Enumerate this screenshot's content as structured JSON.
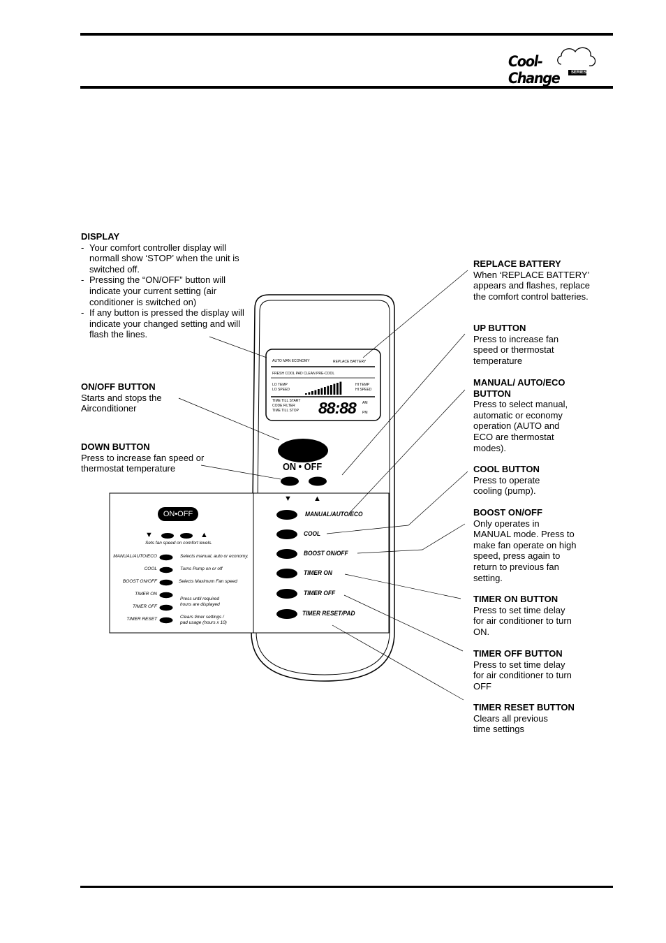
{
  "logo": {
    "name": "Cool-Change",
    "tag": "SERIES"
  },
  "callouts": {
    "display": {
      "heading": "DISPLAY",
      "items": [
        "Your comfort controller display will normall show ‘STOP’ when the unit is switched off.",
        "Pressing the “ON/OFF” button will indicate your current setting (air conditioner is switched on)",
        "If any button is pressed the display will indicate your changed setting and will flash the lines."
      ]
    },
    "onoff": {
      "heading": "ON/OFF BUTTON",
      "body": "Starts and stops the Airconditioner"
    },
    "down": {
      "heading": "DOWN BUTTON",
      "body": "Press to increase fan speed or thermostat temperature"
    },
    "replace_battery": {
      "heading": "REPLACE BATTERY",
      "body": "When ‘REPLACE BATTERY’ appears and flashes, replace the comfort control batteries."
    },
    "up": {
      "heading": "UP BUTTON",
      "body": "Press to increase fan speed or thermostat temperature"
    },
    "mode": {
      "heading": "MANUAL/ AUTO/ECO BUTTON",
      "body": "Press to select manual, automatic or economy operation (AUTO and ECO are thermostat modes)."
    },
    "cool": {
      "heading": "COOL BUTTON",
      "body": "Press to operate cooling (pump)."
    },
    "boost": {
      "heading": "BOOST ON/OFF",
      "body": "Only operates in MANUAL mode. Press to make fan operate on high speed, press again to return to previous fan setting."
    },
    "timer_on": {
      "heading": "TIMER ON BUTTON",
      "body": "Press to set time delay for air conditioner to turn ON."
    },
    "timer_off": {
      "heading": "TIMER OFF BUTTON",
      "body": "Press to set time delay for air conditioner to turn OFF"
    },
    "timer_reset": {
      "heading": "TIMER RESET BUTTON",
      "body": "Clears all previous time settings"
    }
  },
  "remote": {
    "lcd": {
      "row1_left": "AUTO  MAN  ECONOMY",
      "row1_right": "REPLACE BATTERY",
      "row2": "FRESH  COOL  PAD  CLEAN  PRE-COOL",
      "lo_temp": "LO TEMP",
      "lo_speed": "LO SPEED",
      "hi_temp": "HI TEMP",
      "hi_speed": "HI SPEED",
      "time_till_start": "TIME TILL START",
      "code_filter": "CODE    FILTER",
      "time_till_stop": "TIME TILL STOP",
      "digits": "88:88",
      "am": "AM",
      "pm": "PM"
    },
    "onoff_label": "ON • OFF",
    "down_arrow": "▼",
    "up_arrow": "▲",
    "button_labels": [
      "MANUAL/AUTO/ECO",
      "COOL",
      "BOOST ON/OFF",
      "TIMER ON",
      "TIMER OFF",
      "TIMER RESET/PAD"
    ]
  },
  "card": {
    "onoff": "ON•OFF",
    "down_arrow": "▼",
    "up_arrow": "▲",
    "fan_note": "Sets fan speed on comfort levels.",
    "rows": [
      {
        "name": "MANUAL/AUTO/ECO",
        "desc": "Selects manual, auto or economy."
      },
      {
        "name": "COOL",
        "desc": "Turns Pump on or off"
      },
      {
        "name": "BOOST ON/OFF",
        "desc": "Selects Maximum Fan speed"
      },
      {
        "name": "TIMER ON",
        "desc": ""
      },
      {
        "name": "TIMER OFF",
        "desc": ""
      },
      {
        "name": "TIMER RESET",
        "desc": ""
      }
    ],
    "timer_note_1": "Press until required",
    "timer_note_2": "hours are displayed",
    "reset_note_1": "Clears timer settings /",
    "reset_note_2": "pad usage (hours x 10)"
  },
  "colors": {
    "ink": "#000000",
    "paper": "#ffffff"
  }
}
